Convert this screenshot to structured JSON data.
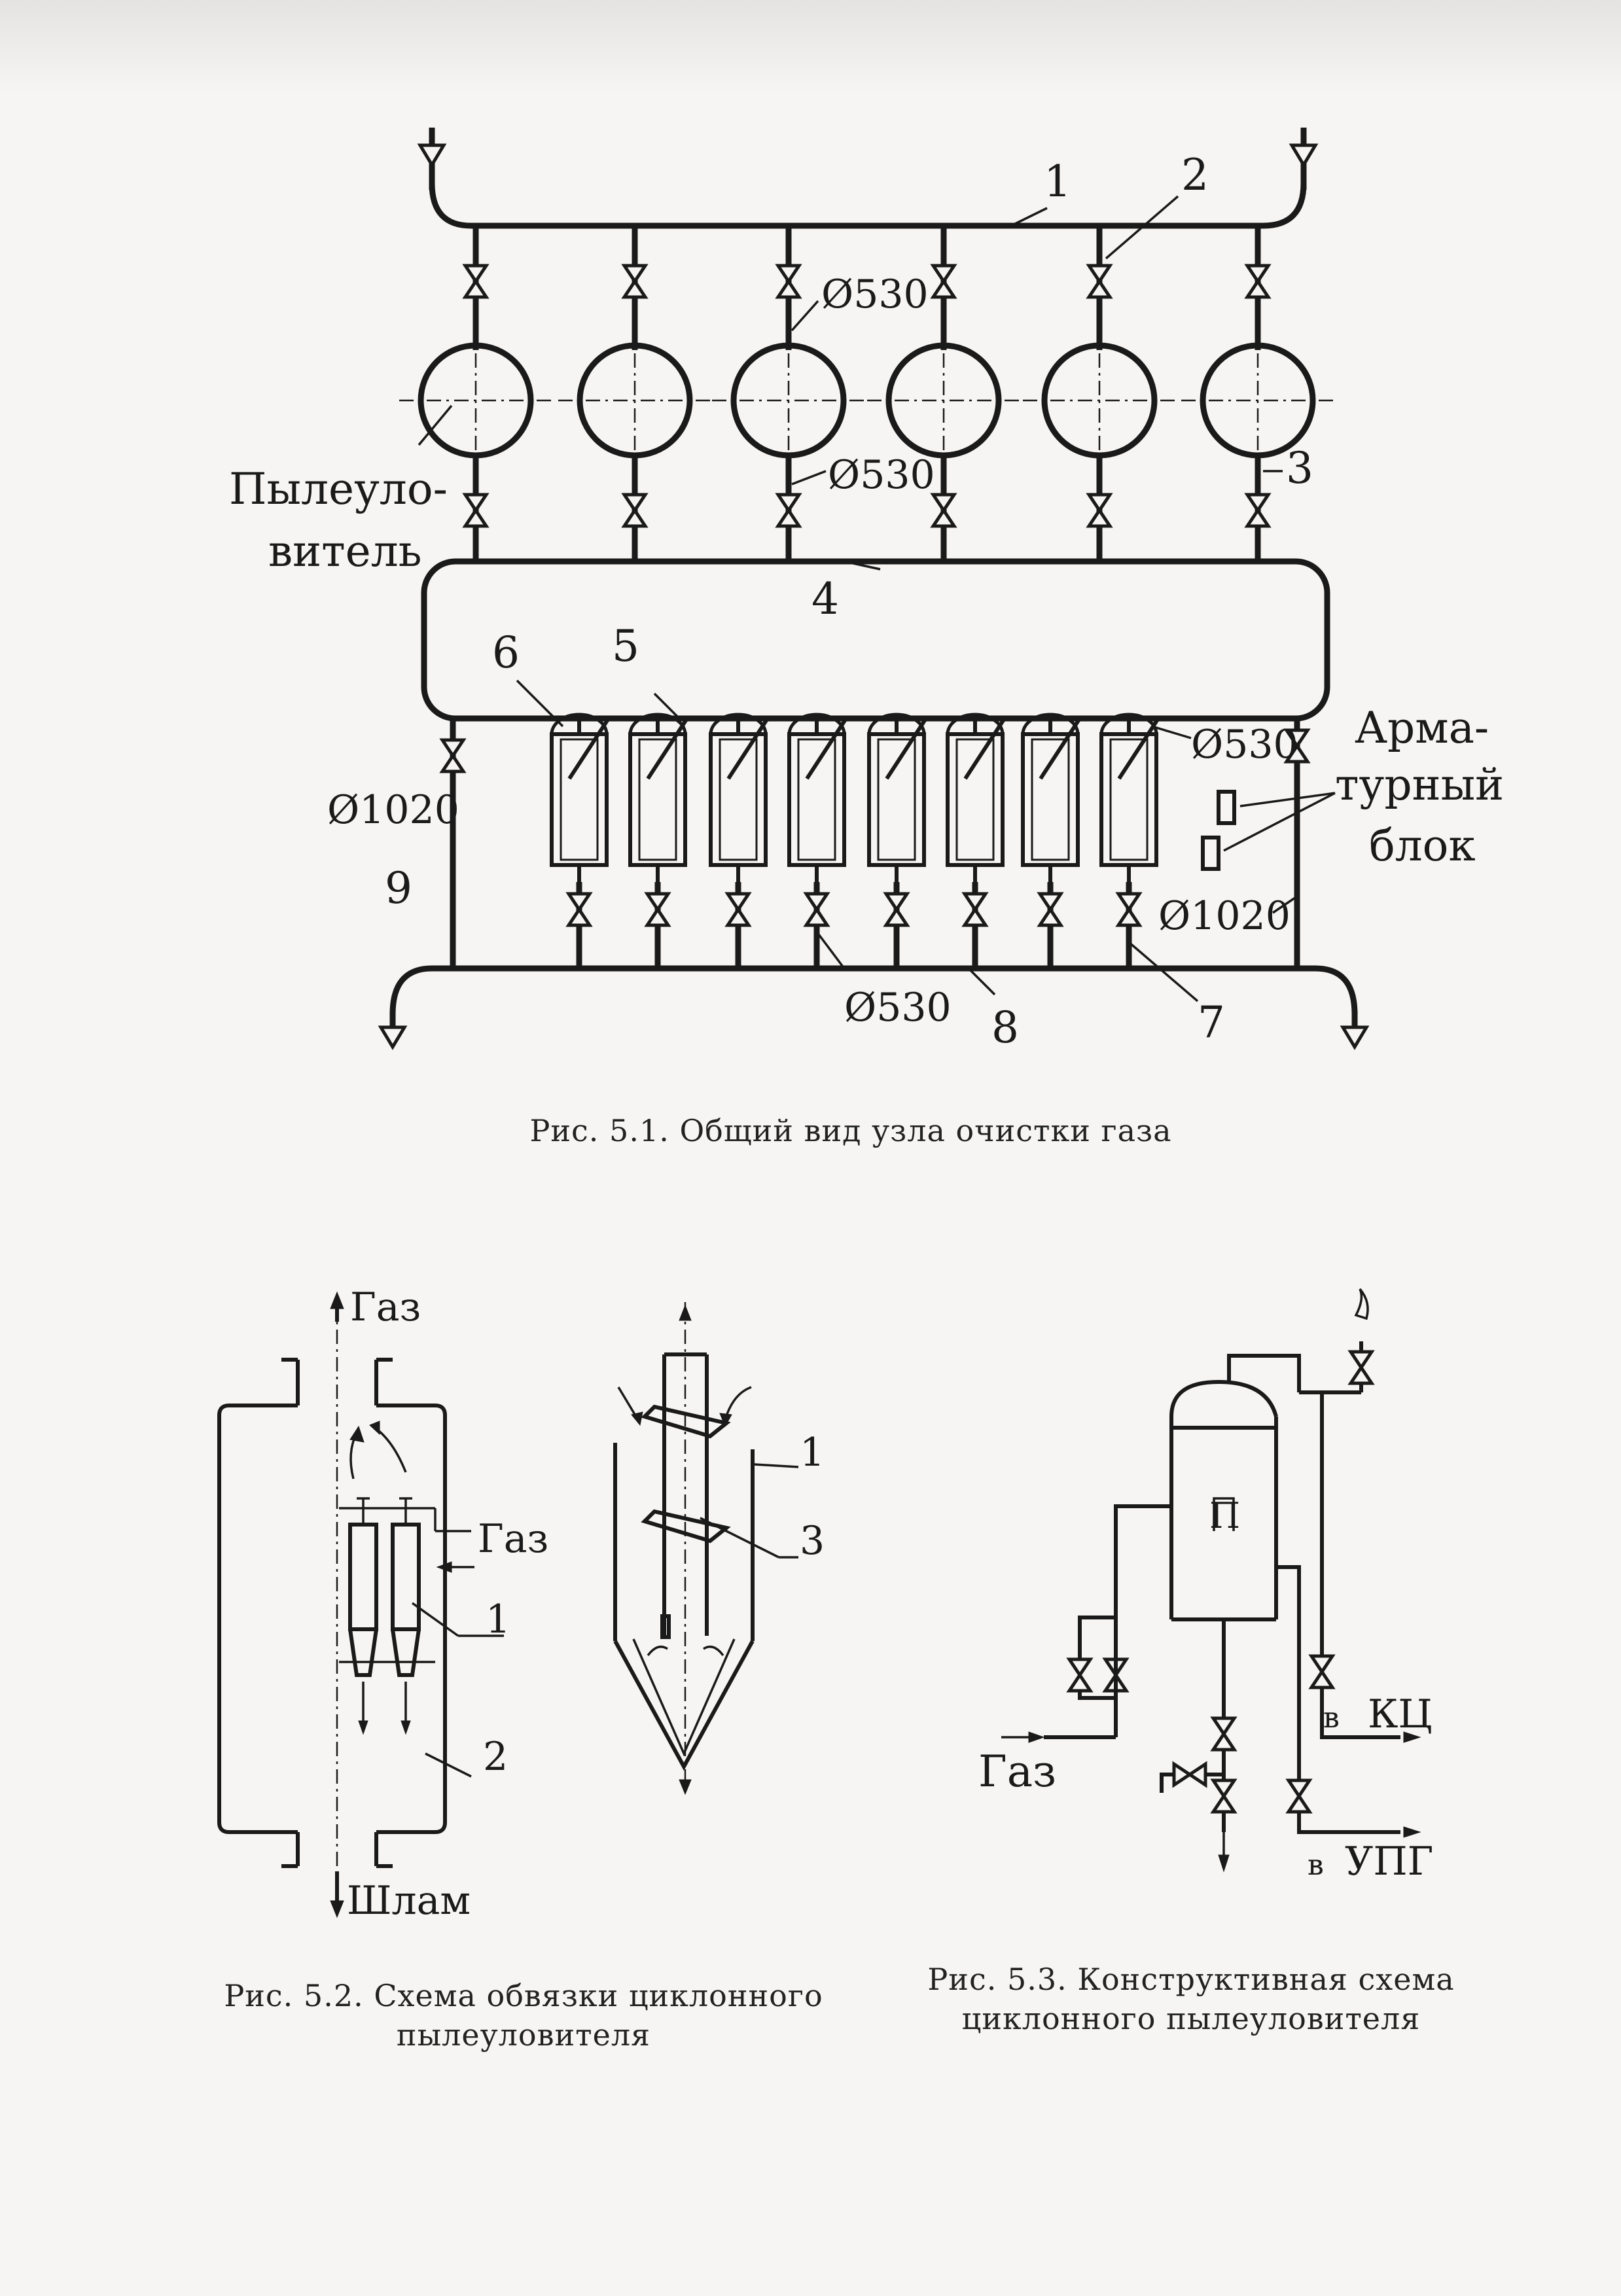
{
  "fig1": {
    "caption": "Рис. 5.1. Общий вид узла очистки газа",
    "numbers": {
      "n1": "1",
      "n2": "2",
      "n3": "3",
      "n4": "4",
      "n5": "5",
      "n6": "6",
      "n7": "7",
      "n8": "8",
      "n9": "9"
    },
    "dims": {
      "d530_top": "Ø530",
      "d530_mid": "Ø530",
      "d530_right": "Ø530",
      "d530_bottom": "Ø530",
      "d1020_left": "Ø1020",
      "d1020_right": "Ø1020"
    },
    "dust_collector_line1": "Пылеуло-",
    "dust_collector_line2": "витель",
    "valve_block_line1": "Арма-",
    "valve_block_line2": "турный",
    "valve_block_line3": "блок"
  },
  "fig2": {
    "caption_line1": "Рис. 5.2. Схема обвязки циклонного",
    "caption_line2": "пылеуловителя",
    "gas_top": "Газ",
    "gas_side": "Газ",
    "sludge": "Шлам",
    "n1": "1",
    "n2": "2"
  },
  "fig_cyclone": {
    "n1": "1",
    "n3": "3"
  },
  "fig3": {
    "caption_line1": "Рис. 5.3. Конструктивная схема",
    "caption_line2": "циклонного пылеуловителя",
    "gas": "Газ",
    "v1": "в",
    "kc": "КЦ",
    "v2": "в",
    "upg": "УПГ",
    "tag": "П"
  }
}
